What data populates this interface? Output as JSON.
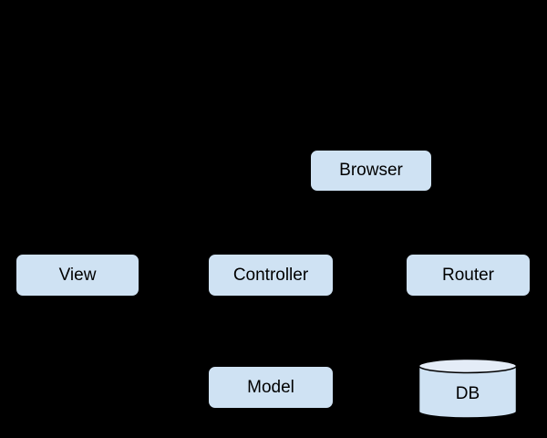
{
  "diagram": {
    "kind": "architecture-flowchart",
    "background_color": "#000000",
    "node_fill_color": "#cfe2f3",
    "node_border_color": "#000000",
    "cylinder_top_fill_color": "#e4ecf7",
    "text_color": "#000000",
    "nodes": [
      {
        "id": "browser",
        "label": "Browser",
        "shape": "rounded-rect"
      },
      {
        "id": "view",
        "label": "View",
        "shape": "rounded-rect"
      },
      {
        "id": "controller",
        "label": "Controller",
        "shape": "rounded-rect"
      },
      {
        "id": "router",
        "label": "Router",
        "shape": "rounded-rect"
      },
      {
        "id": "model",
        "label": "Model",
        "shape": "rounded-rect"
      },
      {
        "id": "db",
        "label": "DB",
        "shape": "cylinder"
      }
    ]
  }
}
